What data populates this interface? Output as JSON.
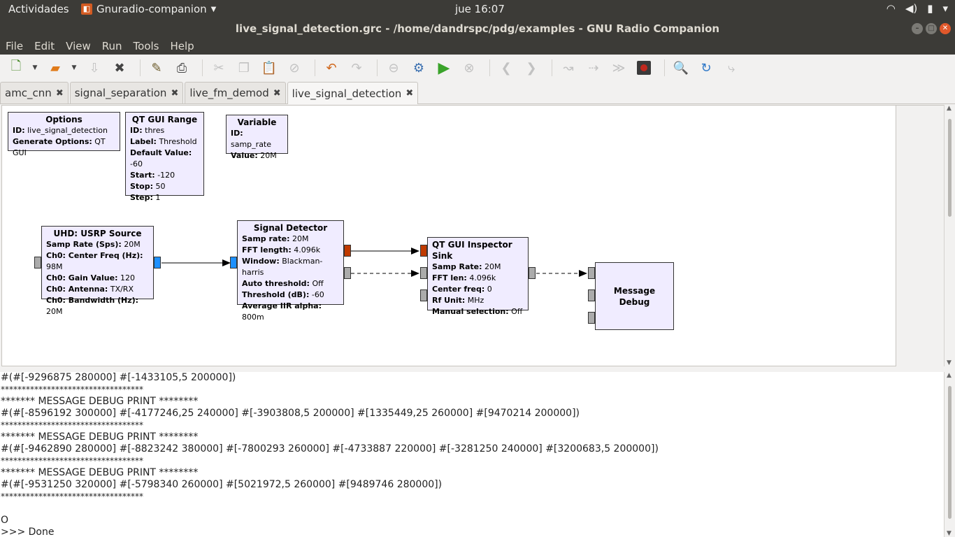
{
  "topbar": {
    "activities": "Actividades",
    "app_name": "Gnuradio-companion",
    "clock": "jue 16:07",
    "icons": [
      "wifi-icon",
      "volume-icon",
      "battery-icon",
      "power-menu-icon"
    ]
  },
  "window": {
    "title": "live_signal_detection.grc - /home/dandrspc/pdg/examples - GNU Radio Companion"
  },
  "menu": [
    "File",
    "Edit",
    "View",
    "Run",
    "Tools",
    "Help"
  ],
  "tabs": [
    {
      "label": "amc_cnn",
      "active": false
    },
    {
      "label": "signal_separation",
      "active": false
    },
    {
      "label": "live_fm_demod",
      "active": false
    },
    {
      "label": "live_signal_detection",
      "active": true
    }
  ],
  "blocks": {
    "options": {
      "title": "Options",
      "rows": [
        {
          "k": "ID:",
          "v": "live_signal_detection"
        },
        {
          "k": "Generate Options:",
          "v": "QT GUI"
        }
      ]
    },
    "range": {
      "title": "QT GUI Range",
      "rows": [
        {
          "k": "ID:",
          "v": "thres"
        },
        {
          "k": "Label:",
          "v": "Threshold"
        },
        {
          "k": "Default Value:",
          "v": "-60"
        },
        {
          "k": "Start:",
          "v": "-120"
        },
        {
          "k": "Stop:",
          "v": "50"
        },
        {
          "k": "Step:",
          "v": "1"
        }
      ]
    },
    "variable": {
      "title": "Variable",
      "rows": [
        {
          "k": "ID:",
          "v": "samp_rate"
        },
        {
          "k": "Value:",
          "v": "20M"
        }
      ]
    },
    "usrp": {
      "title": "UHD: USRP Source",
      "rows": [
        {
          "k": "Samp Rate (Sps):",
          "v": "20M"
        },
        {
          "k": "Ch0: Center Freq (Hz):",
          "v": "98M"
        },
        {
          "k": "Ch0: Gain Value:",
          "v": "120"
        },
        {
          "k": "Ch0: Antenna:",
          "v": "TX/RX"
        },
        {
          "k": "Ch0: Bandwidth (Hz):",
          "v": "20M"
        }
      ]
    },
    "detector": {
      "title": "Signal Detector",
      "rows": [
        {
          "k": "Samp rate:",
          "v": "20M"
        },
        {
          "k": "FFT length:",
          "v": "4.096k"
        },
        {
          "k": "Window:",
          "v": "Blackman-harris"
        },
        {
          "k": "Auto threshold:",
          "v": "Off"
        },
        {
          "k": "Threshold (dB):",
          "v": "-60"
        },
        {
          "k": "Average IIR alpha:",
          "v": "800m"
        }
      ]
    },
    "inspector": {
      "title": "QT GUI Inspector Sink",
      "rows": [
        {
          "k": "Samp Rate:",
          "v": "20M"
        },
        {
          "k": "FFT len:",
          "v": "4.096k"
        },
        {
          "k": "Center freq:",
          "v": "0"
        },
        {
          "k": "Rf Unit:",
          "v": "MHz"
        },
        {
          "k": "Manual selection:",
          "v": "Off"
        }
      ]
    },
    "debug": {
      "title": "Message Debug"
    }
  },
  "console": {
    "lines": [
      "#(#[-9296875 280000] #[-1433105,5 200000])",
      "**********************************",
      "******* MESSAGE DEBUG PRINT ********",
      "#(#[-8596192 300000] #[-4177246,25 240000] #[-3903808,5 200000] #[1335449,25 260000] #[9470214 200000])",
      "**********************************",
      "******* MESSAGE DEBUG PRINT ********",
      "#(#[-9462890 280000] #[-8823242 380000] #[-7800293 260000] #[-4733887 220000] #[-3281250 240000] #[3200683,5 200000])",
      "**********************************",
      "******* MESSAGE DEBUG PRINT ********",
      "#(#[-9531250 320000] #[-5798340 260000] #[5021972,5 260000] #[9489746 280000])",
      "**********************************",
      "",
      "O",
      ">>> Done"
    ]
  }
}
